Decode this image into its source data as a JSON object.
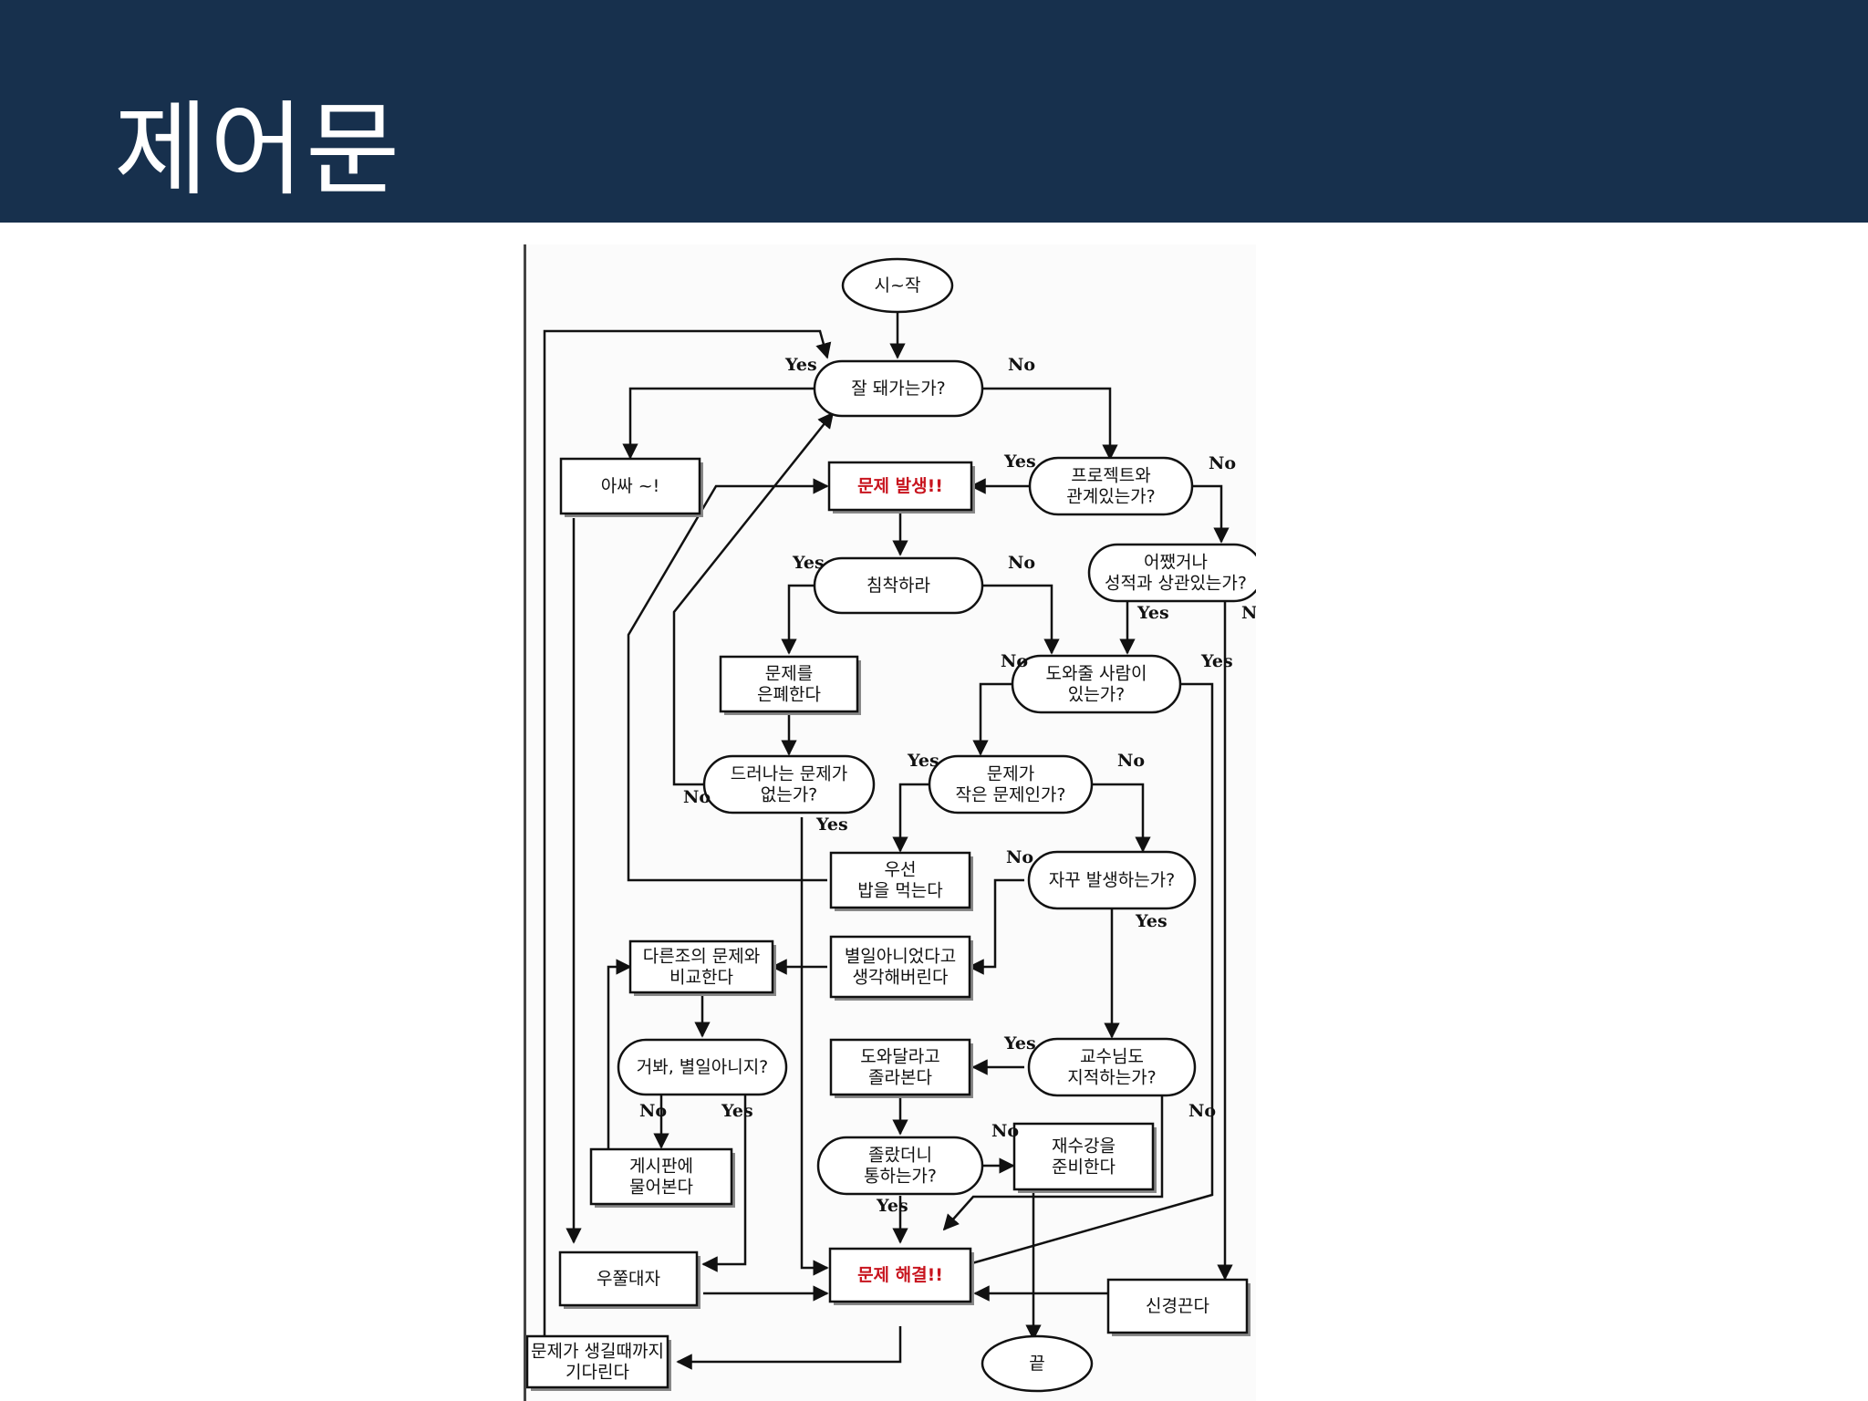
{
  "slide": {
    "title": "제어문"
  },
  "nodes": {
    "start": [
      "시~작"
    ],
    "going_well": [
      "잘 돼가는가?"
    ],
    "whew": [
      "아싸 ~!"
    ],
    "problem_occurs": [
      "문제 발생!!"
    ],
    "project_related": [
      "프로젝트와",
      "관계있는가?"
    ],
    "related_grades": [
      "어쨌거나",
      "성적과 상관있는가?"
    ],
    "stay_calm": [
      "침착하라"
    ],
    "hide_problem": [
      "문제를",
      "은폐한다"
    ],
    "helper_exists": [
      "도와줄 사람이",
      "있는가?"
    ],
    "not_revealed": [
      "드러나는 문제가",
      "없는가?"
    ],
    "small_problem": [
      "문제가",
      "작은 문제인가?"
    ],
    "eat_first": [
      "우선",
      "밥을 먹는다"
    ],
    "happens_often": [
      "자꾸 발생하는가?"
    ],
    "compare_peers": [
      "다른조의 문제와",
      "비교한다"
    ],
    "think_nothing": [
      "별일아니었다고",
      "생각해버린다"
    ],
    "see_nothing": [
      "거봐, 별일아니지?"
    ],
    "professor_points": [
      "교수님도",
      "지적하는가?"
    ],
    "ask_help": [
      "도와달라고",
      "졸라본다"
    ],
    "ask_board": [
      "게시판에",
      "물어본다"
    ],
    "begged_works": [
      "졸랐더니",
      "통하는가?"
    ],
    "retake": [
      "재수강을",
      "준비한다"
    ],
    "wait_stay": [
      "우쭐대자"
    ],
    "problem_solved": [
      "문제 해결!!"
    ],
    "ignore": [
      "신경끈다"
    ],
    "wait_until": [
      "문제가 생길때까지",
      "기다린다"
    ],
    "end": [
      "끝"
    ]
  },
  "edge_labels": {
    "yes": "Yes",
    "no": "No"
  },
  "colors": {
    "header_bg": "#17304d",
    "highlight_text": "#c8141e"
  }
}
